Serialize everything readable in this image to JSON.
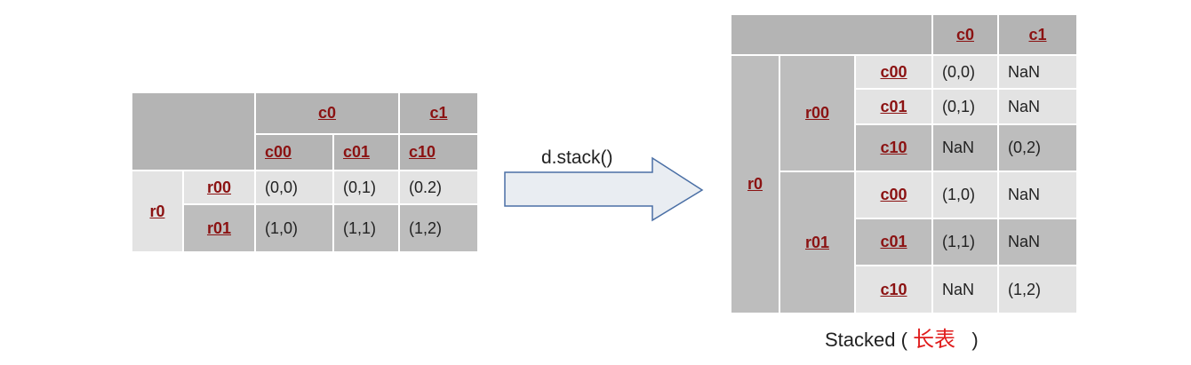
{
  "left_table": {
    "col_top": [
      "c0",
      "c1"
    ],
    "col_sub": [
      "c00",
      "c01",
      "c10"
    ],
    "row_top": "r0",
    "rows": [
      {
        "label": "r00",
        "values": [
          "(0,0)",
          "(0,1)",
          "(0.2)"
        ]
      },
      {
        "label": "r01",
        "values": [
          "(1,0)",
          "(1,1)",
          "(1,2)"
        ]
      }
    ]
  },
  "arrow": {
    "label": "d.stack()"
  },
  "right_table": {
    "columns": [
      "c0",
      "c1"
    ],
    "row_top": "r0",
    "groups": [
      {
        "label": "r00",
        "rows": [
          {
            "label": "c00",
            "values": [
              "(0,0)",
              "NaN"
            ]
          },
          {
            "label": "c01",
            "values": [
              "(0,1)",
              "NaN"
            ]
          },
          {
            "label": "c10",
            "values": [
              "NaN",
              "(0,2)"
            ]
          }
        ]
      },
      {
        "label": "r01",
        "rows": [
          {
            "label": "c00",
            "values": [
              "(1,0)",
              "NaN"
            ]
          },
          {
            "label": "c01",
            "values": [
              "(1,1)",
              "NaN"
            ]
          },
          {
            "label": "c10",
            "values": [
              "NaN",
              "(1,2)"
            ]
          }
        ]
      }
    ]
  },
  "caption": {
    "prefix": "Stacked (",
    "highlight": "长表",
    "suffix": ")"
  },
  "colors": {
    "header": "#b4b4b4",
    "row_dark": "#bdbdbd",
    "row_light": "#e3e3e3",
    "key_text": "#8b1212",
    "highlight": "#e01b1b",
    "arrow_fill": "#e9edf2",
    "arrow_stroke": "#4a6fa5"
  }
}
